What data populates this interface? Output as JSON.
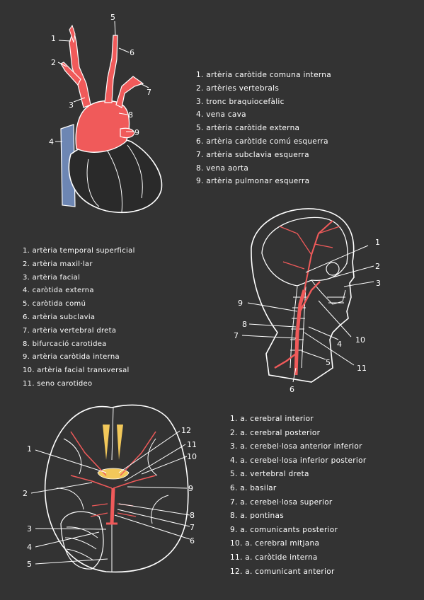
{
  "heart": {
    "callouts": [
      "1",
      "2",
      "3",
      "4",
      "5",
      "6",
      "7",
      "8",
      "9"
    ],
    "legend": [
      "1. artèria caròtide comuna interna",
      "2. artèries vertebrals",
      "3. tronc braquiocefàlic",
      "4. vena cava",
      "5. artèria caròtide externa",
      "6. artèria caròtide comú esquerra",
      "7. artèria subclavia esquerra",
      "8. vena aorta",
      "9. artèria pulmonar esquerra"
    ]
  },
  "neck": {
    "callouts": [
      "1",
      "2",
      "3",
      "4",
      "5",
      "6",
      "7",
      "8",
      "9",
      "10",
      "11"
    ],
    "legend": [
      "1. artèria temporal superficial",
      "2. artèria maxil·lar",
      "3. artèria facial",
      "4. caròtida externa",
      "5. caròtida comú",
      "6. artèria subclavia",
      "7. artèria vertebral dreta",
      "8. bifurcació carotidea",
      "9. artèria caròtida interna",
      "10. artèria facial transversal",
      "11. seno carotideo"
    ]
  },
  "brain": {
    "callouts": [
      "1",
      "2",
      "3",
      "4",
      "5",
      "6",
      "7",
      "8",
      "9",
      "10",
      "11",
      "12"
    ],
    "legend": [
      "1. a. cerebral interior",
      "2. a. cerebral posterior",
      "3. a. cerebel·losa anterior inferior",
      "4. a. cerebel·losa inferior posterior",
      "5. a. vertebral dreta",
      "6. a. basilar",
      "7. a. cerebel·losa superior",
      "8. a. pontinas",
      "9. a. comunicants posterior",
      "10. a. cerebral mitjana",
      "11. a. caròtide interna",
      "12. a. comunicant anterior"
    ]
  },
  "colors": {
    "background": "#333333",
    "artery": "#f05a5a",
    "vein": "#6d86b3",
    "nerve": "#f2c85a",
    "outline": "#ffffff"
  }
}
